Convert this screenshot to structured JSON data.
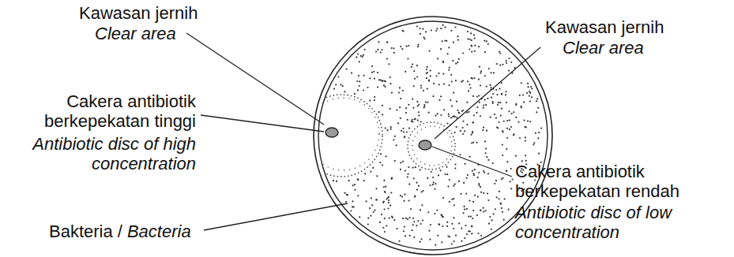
{
  "diagram": {
    "labels": [
      "Kawasan jernih",
      "Clear area",
      "Cakera antibiotik berkepekatan tinggi",
      "Antibiotic disc of high concentration",
      "Kawasan jernih",
      "Clear area",
      "Cakera antibiotik berkepekatan rendah",
      "Antibiotic disc of low concentration",
      "Bakteria /",
      "Bacteria"
    ]
  }
}
